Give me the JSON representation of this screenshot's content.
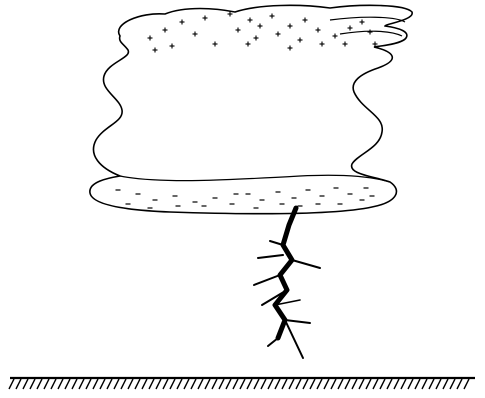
{
  "diagram": {
    "cloud": {
      "top_charge": "positive",
      "bottom_charge": "negative"
    },
    "lightning": {
      "type": "stepped leader"
    },
    "ground": {
      "style": "hatched"
    }
  },
  "colors": {
    "ink": "#000000",
    "background": "#ffffff"
  }
}
